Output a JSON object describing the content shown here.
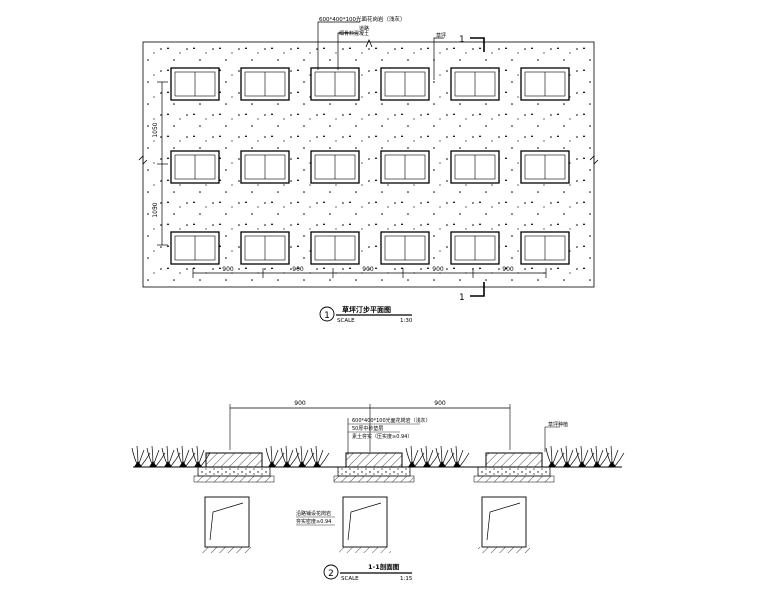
{
  "plan": {
    "leaders": {
      "stone_spec": "600*400*100光面花岗岩（浅灰）",
      "stone_label_2": "道路",
      "gravel": "细骨料混凝土",
      "grass": "草坪"
    },
    "section_marks": {
      "top": "1",
      "bottom": "1"
    },
    "dims_vertical": [
      "1050",
      "1050"
    ],
    "dims_horizontal": [
      "900",
      "900",
      "900",
      "900",
      "900"
    ],
    "title": {
      "number": "1",
      "name": "草坪汀步平面图",
      "scale_label": "SCALE",
      "scale_value": "1:30"
    }
  },
  "section": {
    "dims_top": [
      "900",
      "900"
    ],
    "leaders": {
      "stone_spec": "600*400*100光面花岗岩（浅灰）",
      "sand": "50厚中砂垫层",
      "soil": "素土夯实（压实度≥0.94）",
      "grass": "草坪种植"
    },
    "detail_notes": [
      "沿路铺设花岗岩",
      "夯实密度≥0.94"
    ],
    "title": {
      "number": "2",
      "name": "1-1剖面图",
      "scale_label": "SCALE",
      "scale_value": "1:15"
    }
  }
}
